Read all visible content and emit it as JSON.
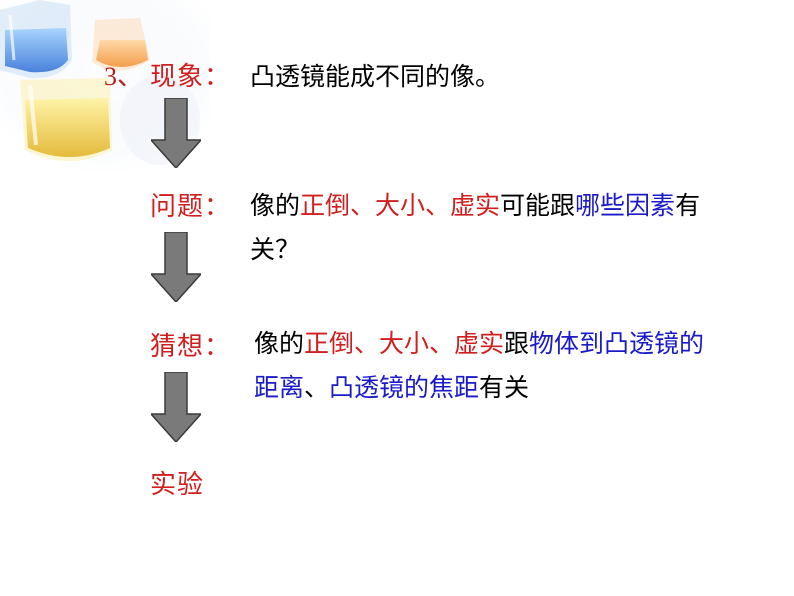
{
  "step_number": "3、",
  "phenomenon": {
    "label": "现象：",
    "text": "凸透镜能成不同的像。"
  },
  "question": {
    "label": "问题：",
    "segments": [
      {
        "text": "像的",
        "color": "black"
      },
      {
        "text": "正倒、大小、虚实",
        "color": "red"
      },
      {
        "text": "可能跟",
        "color": "black"
      },
      {
        "text": "哪些因素",
        "color": "blue"
      },
      {
        "text": "有关？",
        "color": "black"
      }
    ]
  },
  "hypothesis": {
    "label": "猜想：",
    "segments": [
      {
        "text": "像的",
        "color": "black"
      },
      {
        "text": "正倒、大小、虚实",
        "color": "red"
      },
      {
        "text": "跟",
        "color": "black"
      },
      {
        "text": "物体到凸透镜的距离",
        "color": "blue"
      },
      {
        "text": "、",
        "color": "black"
      },
      {
        "text": "凸透镜的焦距",
        "color": "blue"
      },
      {
        "text": "有关",
        "color": "black"
      }
    ]
  },
  "experiment": {
    "label": "实验"
  },
  "colors": {
    "label_red": "#d01f1f",
    "emphasis_blue": "#1a1ac8",
    "arrow_gray": "#7a7a7a"
  },
  "icons": [
    "lab-flasks-decoration",
    "down-arrow-icon"
  ]
}
